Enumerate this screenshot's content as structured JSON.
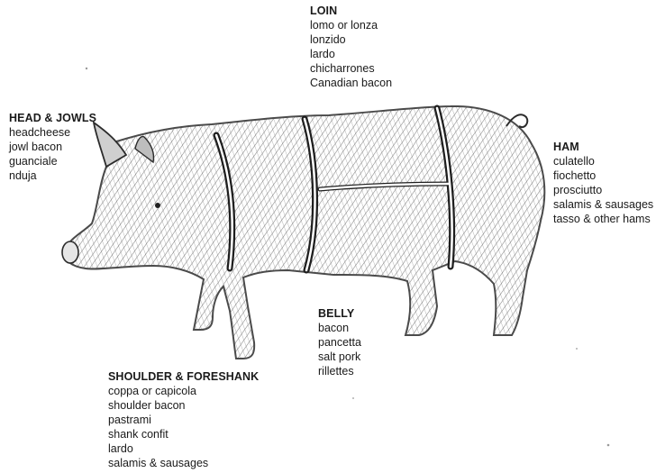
{
  "sections": {
    "loin": {
      "title": "LOIN",
      "items": [
        "lomo or lonza",
        "lonzido",
        "lardo",
        "chicharrones",
        "Canadian bacon"
      ]
    },
    "head": {
      "title": "HEAD & JOWLS",
      "items": [
        "headcheese",
        "jowl bacon",
        "guanciale",
        "nduja"
      ]
    },
    "ham": {
      "title": "HAM",
      "items": [
        "culatello",
        "fiochetto",
        "prosciutto",
        "salamis & sausages",
        "tasso & other hams"
      ]
    },
    "belly": {
      "title": "BELLY",
      "items": [
        "bacon",
        "pancetta",
        "salt pork",
        "rillettes"
      ]
    },
    "shoulder": {
      "title": "SHOULDER & FORESHANK",
      "items": [
        "coppa or capicola",
        "shoulder bacon",
        "pastrami",
        "shank confit",
        "lardo",
        "salamis & sausages"
      ]
    }
  },
  "illustration": {
    "icon": "pig-illustration",
    "colors": {
      "ink": "#2b2b2b",
      "shade": "#8a8a8a",
      "light": "#d9d9d9"
    }
  }
}
